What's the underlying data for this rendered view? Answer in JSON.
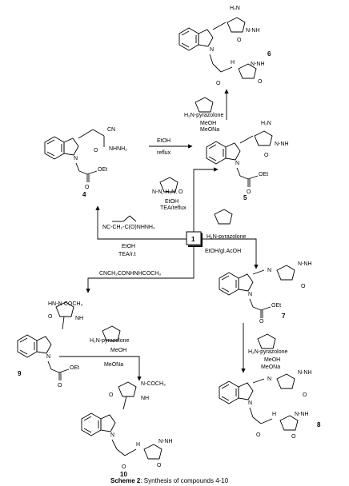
{
  "caption": {
    "label": "Scheme 2",
    "text": ": Synthesis of compounds 4-10"
  },
  "center_compound": "1",
  "compounds": {
    "c4": {
      "number": "4",
      "substituents": [
        "CN",
        "O",
        "NHNH₂",
        "OEt",
        "O"
      ]
    },
    "c5": {
      "number": "5",
      "substituents": [
        "H₂N",
        "N-NH",
        "O",
        "OEt",
        "O"
      ]
    },
    "c6": {
      "number": "6",
      "substituents": [
        "H₂N",
        "N-NH",
        "O",
        "N-NH",
        "O",
        "H",
        "O"
      ]
    },
    "c7": {
      "number": "7",
      "substituents": [
        "N",
        "N-NH",
        "O",
        "OEt",
        "O"
      ]
    },
    "c8": {
      "number": "8",
      "substituents": [
        "N",
        "N-NH",
        "O",
        "H",
        "N-NH",
        "O",
        "O"
      ]
    },
    "c9": {
      "number": "9",
      "substituents": [
        "HN-N-COCH₃",
        "O",
        "NH",
        "OEt",
        "O"
      ]
    },
    "c10": {
      "number": "10",
      "substituents": [
        "N-COCH₃",
        "O",
        "NH",
        "H",
        "N-NH",
        "O",
        "O"
      ]
    }
  },
  "reagents": {
    "r_1_to_4": {
      "reagent": "NC-CH₂-C(O)NHNH₂",
      "conditions": [
        "EtOH",
        "TEA/r.t"
      ]
    },
    "r_4_to_5": {
      "conditions": [
        "EtOH",
        "reflux"
      ]
    },
    "r_1_to_5": {
      "reagent": "N-N, H₂N, O",
      "conditions": [
        "EtOH",
        "TEA/reflux"
      ]
    },
    "r_5_to_6": {
      "reagent": "H₂N-pyrazolone",
      "conditions": [
        "MeOH",
        "MeONa"
      ]
    },
    "r_1_to_7": {
      "reagent": "H₂N-pyrazolone",
      "conditions": [
        "EtOH/gl.AcOH"
      ]
    },
    "r_7_to_8": {
      "reagent": "H₂N-pyrazolone",
      "conditions": [
        "MeOH",
        "MeONa"
      ]
    },
    "r_1_to_9": {
      "reagent": "CNCH₂CONHNHCOCH₃"
    },
    "r_9_to_10": {
      "reagent": "H₂N-pyrazolone",
      "conditions": [
        "MeOH",
        "MeONa"
      ]
    }
  }
}
